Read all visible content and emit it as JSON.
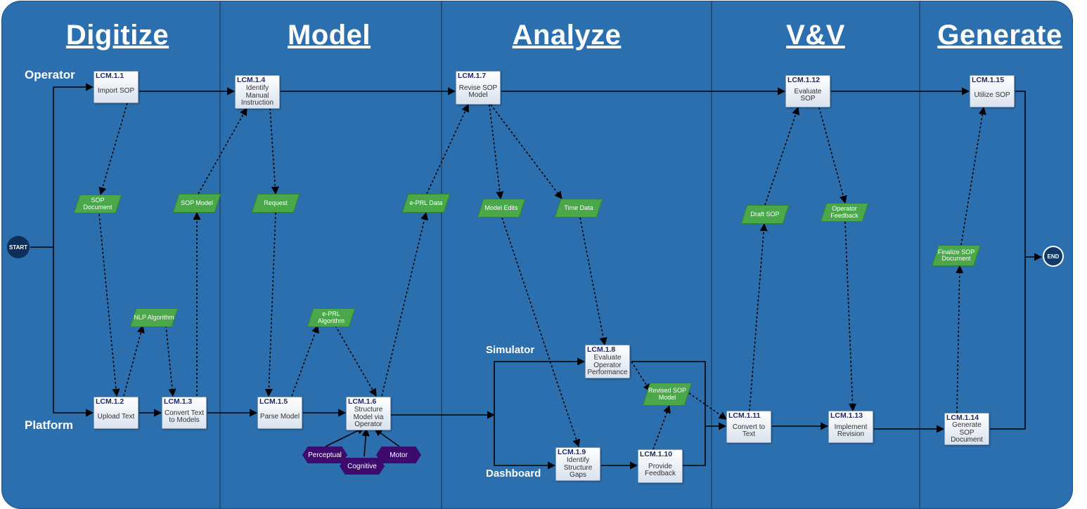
{
  "phases": [
    "Digitize",
    "Model",
    "Analyze",
    "V&V",
    "Generate"
  ],
  "lanes": {
    "operator": "Operator",
    "platform": "Platform",
    "simulator": "Simulator",
    "dashboard": "Dashboard"
  },
  "terminals": {
    "start": "START",
    "end": "END"
  },
  "processes": [
    {
      "id": "LCM.1.1",
      "label": "Import SOP"
    },
    {
      "id": "LCM.1.2",
      "label": "Upload Text"
    },
    {
      "id": "LCM.1.3",
      "label": "Convert Text to Models"
    },
    {
      "id": "LCM.1.4",
      "label": "Identify Manual Instruction"
    },
    {
      "id": "LCM.1.5",
      "label": "Parse Model"
    },
    {
      "id": "LCM.1.6",
      "label": "Structure Model via Operator"
    },
    {
      "id": "LCM.1.7",
      "label": "Revise SOP Model"
    },
    {
      "id": "LCM.1.8",
      "label": "Evaluate Operator Performance"
    },
    {
      "id": "LCM.1.9",
      "label": "Identify Structure Gaps"
    },
    {
      "id": "LCM.1.10",
      "label": "Provide Feedback"
    },
    {
      "id": "LCM.1.11",
      "label": "Convert to Text"
    },
    {
      "id": "LCM.1.12",
      "label": "Evaluate SOP"
    },
    {
      "id": "LCM.1.13",
      "label": "Implement Revision"
    },
    {
      "id": "LCM.1.14",
      "label": "Generate SOP Document"
    },
    {
      "id": "LCM.1.15",
      "label": "Utilize SOP"
    }
  ],
  "data_items": [
    "SOP Document",
    "SOP Model",
    "NLP Algorithm",
    "Request",
    "e-PRL Algorithm",
    "e-PRL Data",
    "Model Edits",
    "Time Data",
    "Revised SOP Model",
    "Draft SOP",
    "Operator Feedback",
    "Finalize SOP Document"
  ],
  "factors": [
    "Perceptual",
    "Cognitive",
    "Motor"
  ],
  "colors": {
    "background": "#2c6fae",
    "data_fill": "#4aa84a",
    "factor_fill": "#3d0a6e",
    "terminal_fill": "#113a6b"
  }
}
